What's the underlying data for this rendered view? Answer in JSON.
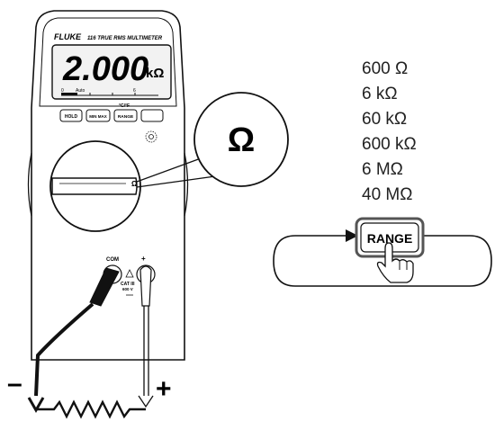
{
  "meter": {
    "brand": "FLUKE",
    "model_line": "116 TRUE RMS MULTIMETER",
    "display_value": "2.000",
    "display_unit": "kΩ",
    "display_flags": [
      "Auto"
    ],
    "bargraph_scale": [
      "0",
      "6"
    ],
    "button_labels": [
      "HOLD",
      "MIN MAX",
      "RANGE",
      ""
    ],
    "button_shift_label": "°C/°F",
    "dial_symbol": "Ω",
    "jack_com_label": "COM",
    "jack_plus_label": "+",
    "cat_label": "CAT III",
    "cat_voltage": "600 V"
  },
  "callout": {
    "symbol": "Ω"
  },
  "ranges": [
    "600 Ω",
    "6 kΩ",
    "60 kΩ",
    "600 kΩ",
    "6 MΩ",
    "40 MΩ"
  ],
  "range_button": {
    "label": "RANGE"
  },
  "leads": {
    "minus_label": "–",
    "plus_label": "+"
  },
  "colors": {
    "line": "#111111",
    "display_bg": "#f2f2f2",
    "outline_gray": "#555555"
  }
}
